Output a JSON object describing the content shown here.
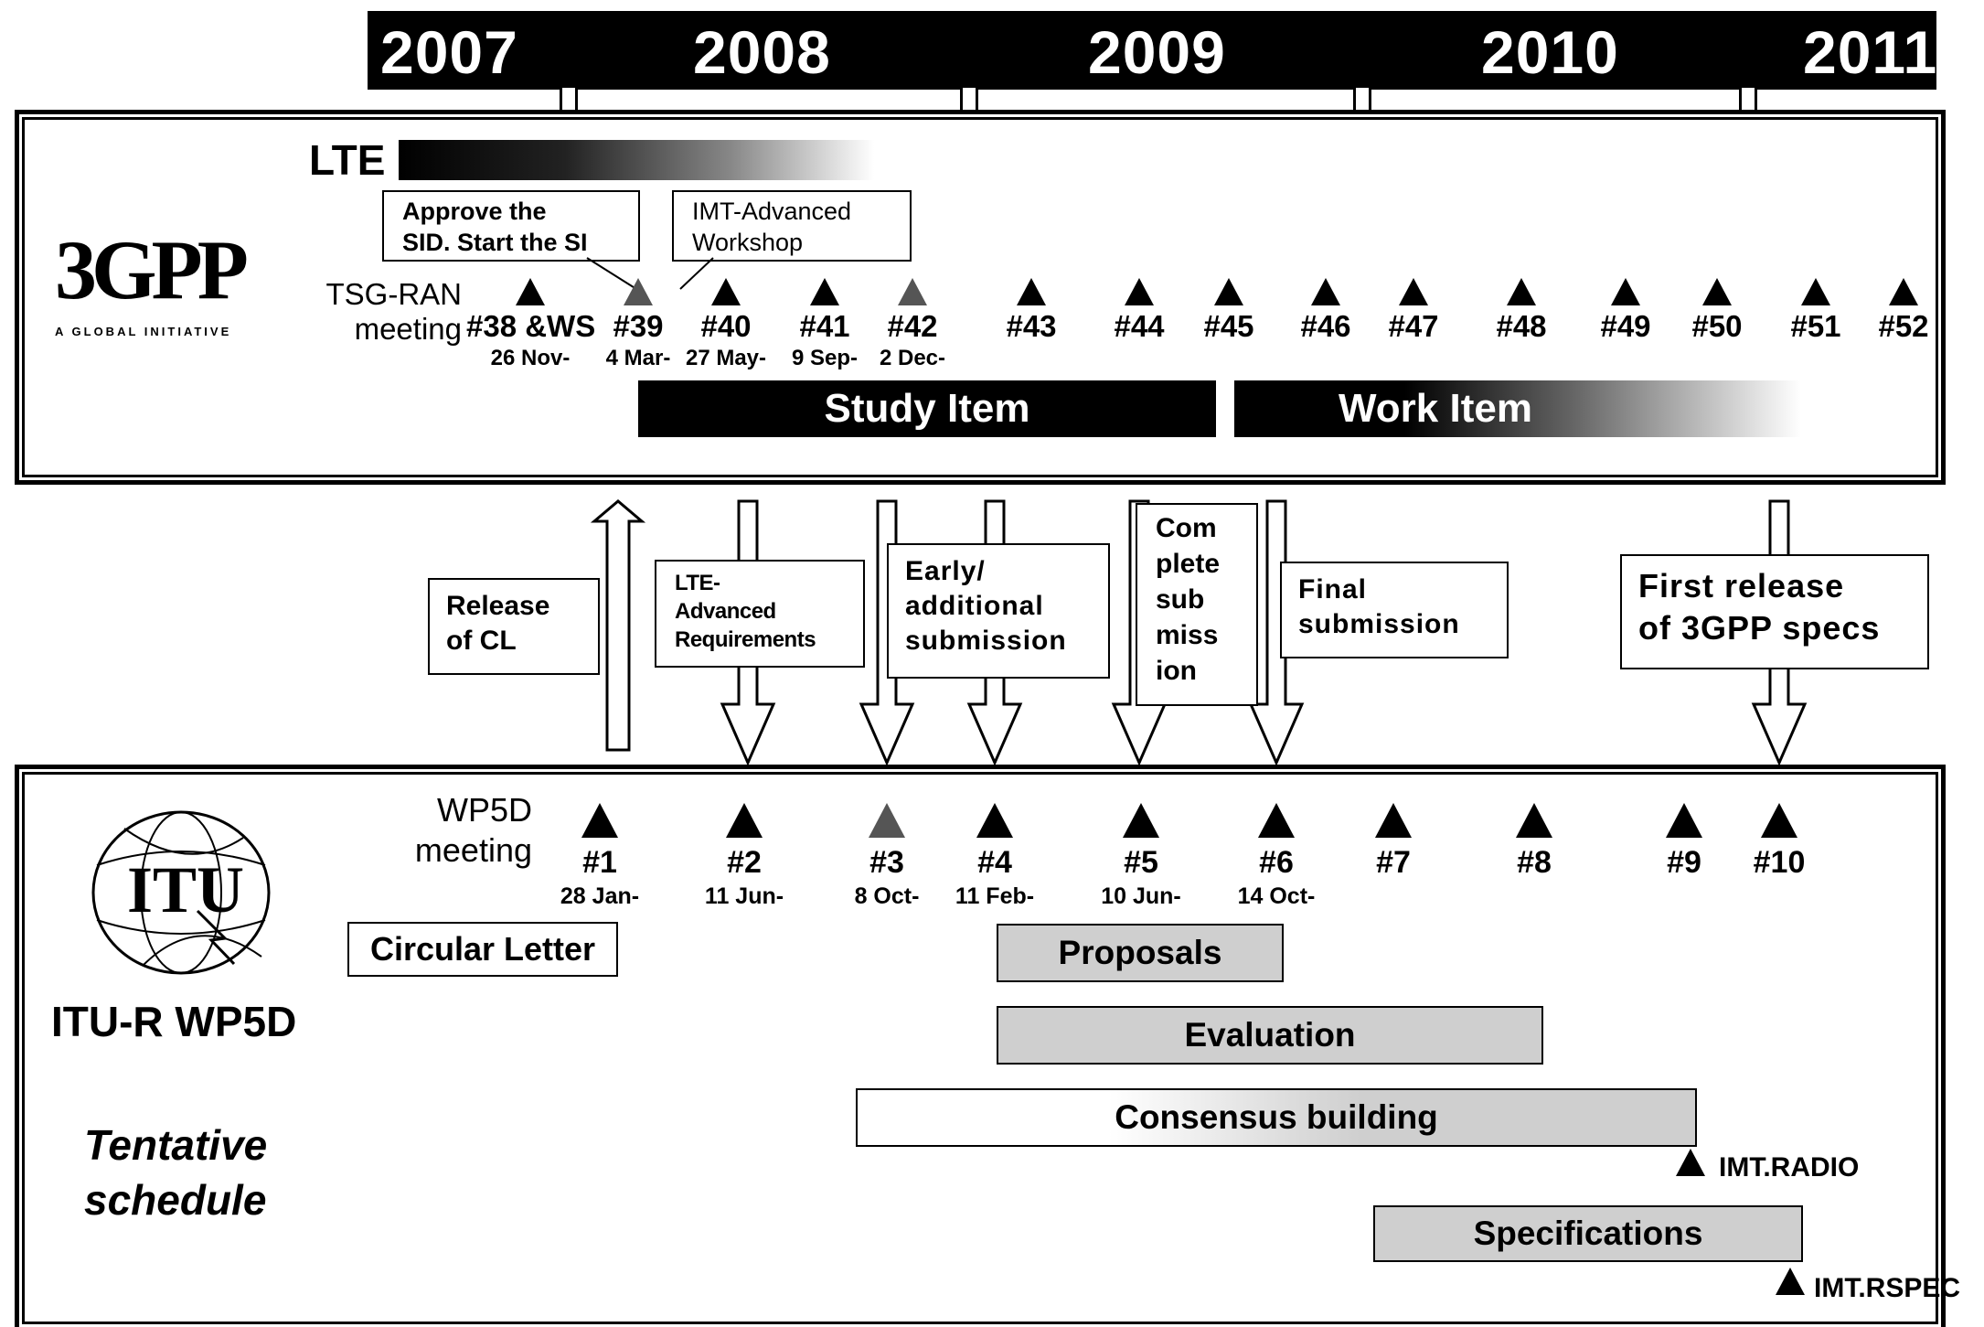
{
  "years": [
    "2007",
    "2008",
    "2009",
    "2010",
    "2011"
  ],
  "gpp": {
    "lte_label": "LTE",
    "logo_text": "3GPP",
    "logo_tagline": "A GLOBAL INITIATIVE",
    "meeting_label_line1": "TSG-RAN",
    "meeting_label_line2": "meeting",
    "callout_sid": [
      "Approve the",
      "SID. Start the SI"
    ],
    "callout_workshop": [
      "IMT-Advanced",
      "Workshop"
    ],
    "meetings": [
      {
        "label": "#38 &WS",
        "date": "26 Nov-"
      },
      {
        "label": "#39",
        "date": "4 Mar-"
      },
      {
        "label": "#40",
        "date": "27 May-"
      },
      {
        "label": "#41",
        "date": "9 Sep-"
      },
      {
        "label": "#42",
        "date": "2 Dec-"
      },
      {
        "label": "#43",
        "date": ""
      },
      {
        "label": "#44",
        "date": ""
      },
      {
        "label": "#45",
        "date": ""
      },
      {
        "label": "#46",
        "date": ""
      },
      {
        "label": "#47",
        "date": ""
      },
      {
        "label": "#48",
        "date": ""
      },
      {
        "label": "#49",
        "date": ""
      },
      {
        "label": "#50",
        "date": ""
      },
      {
        "label": "#51",
        "date": ""
      },
      {
        "label": "#52",
        "date": ""
      }
    ],
    "study_item": "Study Item",
    "work_item": "Work Item"
  },
  "middle": {
    "release_cl": [
      "Release",
      "of CL"
    ],
    "lte_adv_req": [
      "LTE-",
      "Advanced",
      "Requirements"
    ],
    "early_submission": [
      "Early/",
      "additional",
      "submission"
    ],
    "complete_submission": [
      "Com",
      "plete",
      "sub",
      "miss",
      "ion"
    ],
    "final_submission": [
      "Final",
      "submission"
    ],
    "first_release": [
      "First release",
      "of 3GPP specs"
    ]
  },
  "itu": {
    "logo_text": "ITU",
    "title": "ITU-R WP5D",
    "tentative": [
      "Tentative",
      "schedule"
    ],
    "meeting_label_line1": "WP5D",
    "meeting_label_line2": "meeting",
    "meetings": [
      {
        "label": "#1",
        "date": "28 Jan-"
      },
      {
        "label": "#2",
        "date": "11 Jun-"
      },
      {
        "label": "#3",
        "date": "8 Oct-"
      },
      {
        "label": "#4",
        "date": "11 Feb-"
      },
      {
        "label": "#5",
        "date": "10 Jun-"
      },
      {
        "label": "#6",
        "date": "14 Oct-"
      },
      {
        "label": "#7",
        "date": ""
      },
      {
        "label": "#8",
        "date": ""
      },
      {
        "label": "#9",
        "date": ""
      },
      {
        "label": "#10",
        "date": ""
      }
    ],
    "circular_letter": "Circular Letter",
    "proposals": "Proposals",
    "evaluation": "Evaluation",
    "consensus": "Consensus building",
    "specifications": "Specifications",
    "imt_radio": "IMT.RADIO",
    "imt_rspec": "IMT.RSPEC"
  }
}
